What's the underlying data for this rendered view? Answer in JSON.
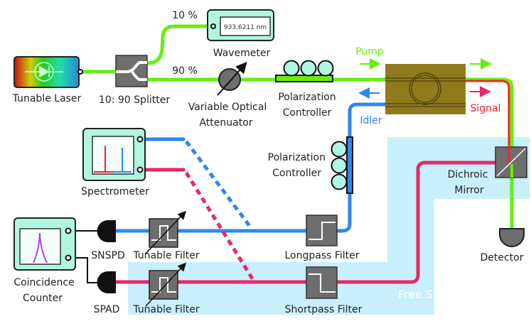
{
  "labels": {
    "tunable_laser": "Tunable Laser",
    "splitter": "10: 90 Splitter",
    "ratio_10": "10 %",
    "ratio_90": "90 %",
    "wavemeter": "Wavemeter",
    "wavemeter_reading": "933.6211 nm",
    "voa_line1": "Variable Optical",
    "voa_line2": "Attenuator",
    "pc1_line1": "Polarization",
    "pc1_line2": "Controller",
    "pump": "Pump",
    "signal": "Signal",
    "idler": "Idler",
    "pc2_line1": "Polarization",
    "pc2_line2": "Controller",
    "dichroic_line1": "Dichroic",
    "dichroic_line2": "Mirror",
    "detector": "Detector",
    "spectrometer": "Spectrometer",
    "longpass": "Longpass Filter",
    "shortpass": "Shortpass Filter",
    "tunable_filter_1": "Tunable Filter",
    "tunable_filter_2": "Tunable Filter",
    "snspd": "SNSPD",
    "spad": "SPAD",
    "coinc_line1": "Coincidence",
    "coinc_line2": "Counter",
    "free_space": "Free Space"
  },
  "colors": {
    "pump": "#66ee11",
    "signal": "#e8286a",
    "signal_bright": "#ff2020",
    "idler": "#2e86f0",
    "instrument": "#b0f5e0",
    "free_space": "#c8f0fc",
    "component": "#6e6e6e",
    "chip": "#8f7a1c"
  }
}
